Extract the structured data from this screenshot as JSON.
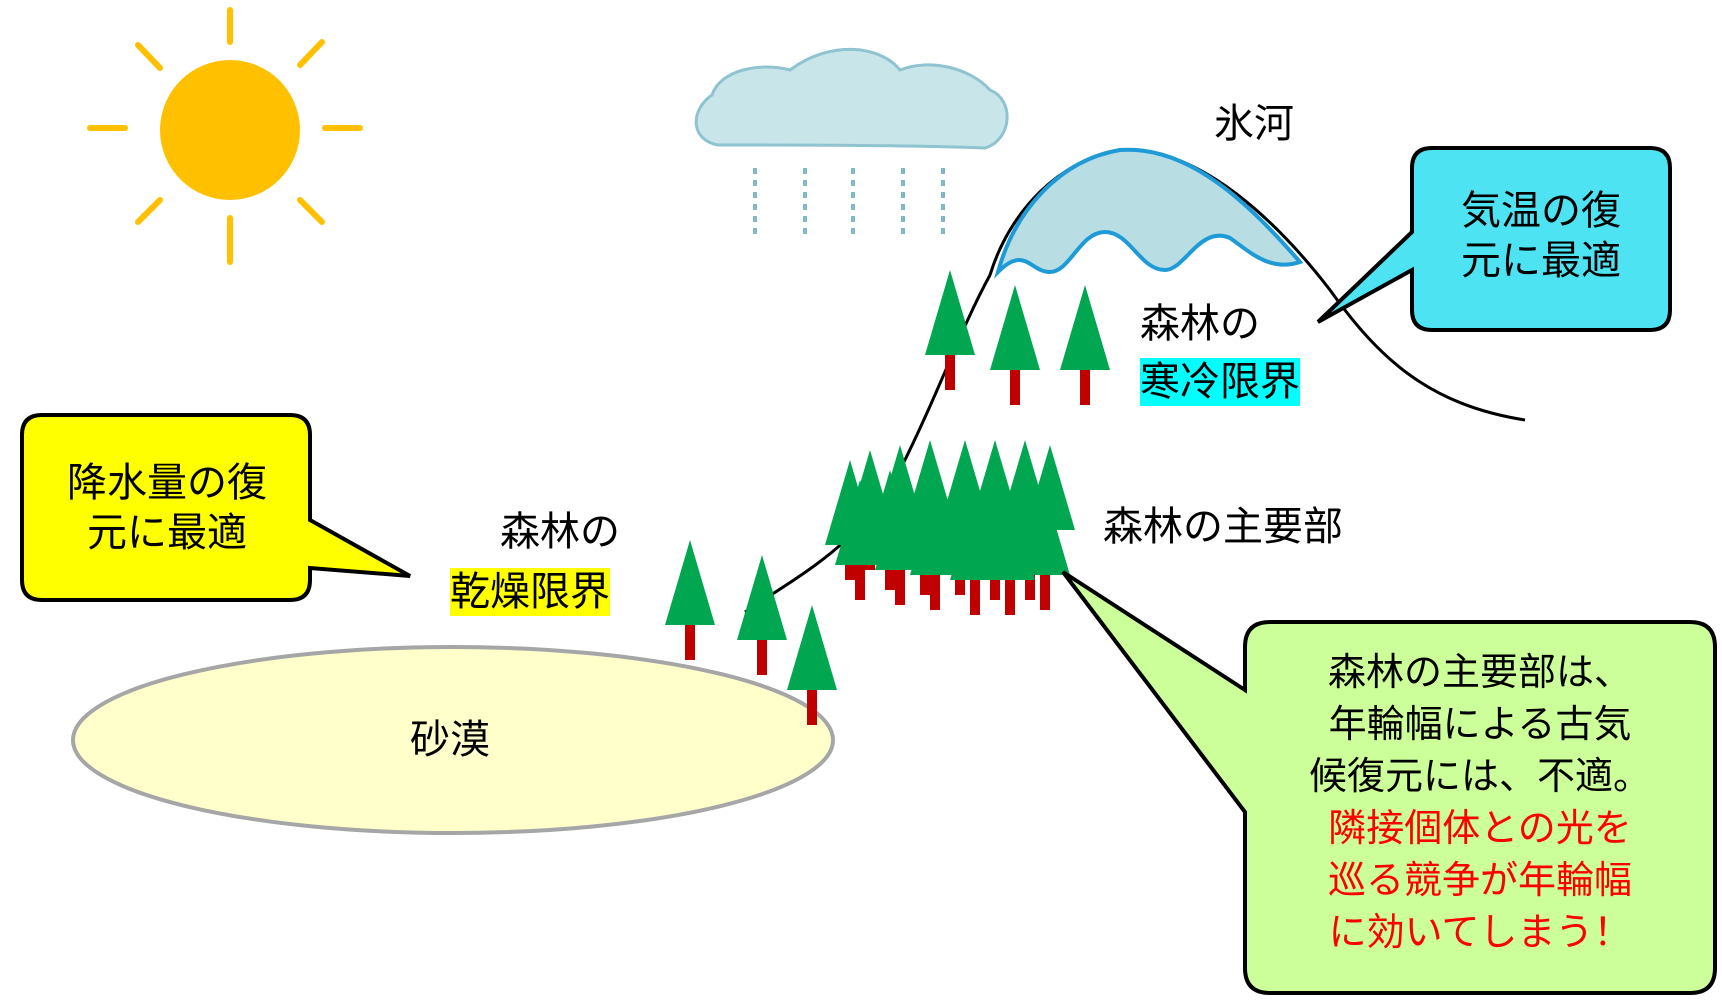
{
  "labels": {
    "glacier": "氷河",
    "desert": "砂漠",
    "forest_of": "森林の",
    "dry_limit": "乾燥限界",
    "cold_limit": "寒冷限界",
    "forest_main": "森林の主要部"
  },
  "callouts": {
    "precip": [
      "降水量の復",
      "元に最適"
    ],
    "temp": [
      "気温の復",
      "元に最適"
    ],
    "main": {
      "black": [
        "森林の主要部は、",
        "年輪幅による古気",
        "候復元には、不適。"
      ],
      "red": [
        "隣接個体との光を",
        "巡る競争が年輪幅",
        "に効いてしまう！"
      ]
    }
  },
  "colors": {
    "sun": "#FFC000",
    "cloud_fill": "#C8E6EA",
    "cloud_stroke": "#8FC3D0",
    "glacier_fill": "#B8DDE3",
    "glacier_stroke": "#1E9BD7",
    "tree_crown": "#00A650",
    "tree_trunk": "#C00000",
    "desert_fill": "#FFFFCC",
    "callout_yellow": "#FFFF00",
    "callout_cyan": "#4DE3F2",
    "callout_green": "#CCFF99"
  }
}
